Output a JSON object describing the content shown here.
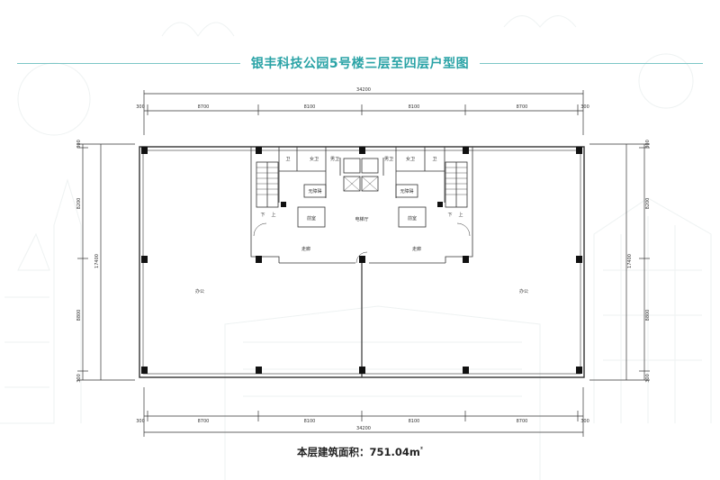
{
  "title": "银丰科技公园5号楼三层至四层户型图",
  "area": {
    "label": "本层建筑面积：",
    "value": "751.04",
    "unit_base": "m",
    "unit_sup": "²"
  },
  "dimensions": {
    "top_total": "34200",
    "top_segments": [
      "300",
      "8700",
      "8100",
      "8100",
      "8700",
      "300"
    ],
    "bottom_total": "34200",
    "bottom_segments": [
      "300",
      "8700",
      "8100",
      "8100",
      "8700",
      "300"
    ],
    "left_total": "17400",
    "left_segments": [
      "300",
      "8200",
      "8800",
      "300"
    ],
    "right_total": "17400",
    "right_segments": [
      "300",
      "8200",
      "8800",
      "300"
    ]
  },
  "rooms": {
    "office_left": "办公",
    "office_right": "办公",
    "corridor_left": "走廊",
    "corridor_right": "走廊",
    "elevator_hall": "电梯厅",
    "lobby_left": "前室",
    "lobby_right": "前室",
    "toilet_f_left": "女卫",
    "toilet_m_left": "男卫",
    "toilet_m_right": "男卫",
    "toilet_f_right": "女卫",
    "toilet_mid_left": "卫",
    "toilet_mid_right": "卫",
    "accessible_left": "无障碍",
    "accessible_right": "无障碍",
    "down_left": "下",
    "up_left": "上",
    "down_right": "下",
    "up_right": "上"
  }
}
